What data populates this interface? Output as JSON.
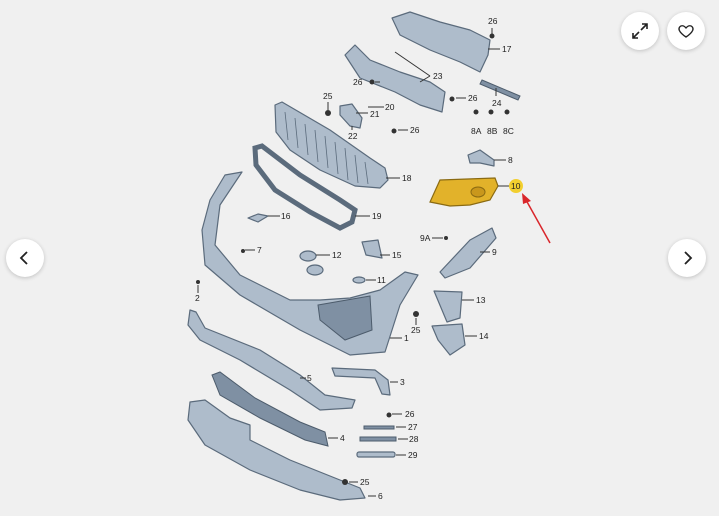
{
  "viewer": {
    "buttons": {
      "expand": "expand-icon",
      "favorite": "heart-icon",
      "prev": "chevron-left-icon",
      "next": "chevron-right-icon"
    },
    "highlight_color": "#e2b22a",
    "arrow_color": "#d9262b"
  },
  "diagram": {
    "labels": {
      "l26a": "26",
      "l17": "17",
      "l23": "23",
      "l26b": "26",
      "l26c": "26",
      "l24": "24",
      "l25a": "25",
      "l20": "20",
      "l21": "21",
      "l22": "22",
      "l26d": "26",
      "l8A": "8A",
      "l8B": "8B",
      "l8C": "8C",
      "l8": "8",
      "l18": "18",
      "l10": "10",
      "l16": "16",
      "l19": "19",
      "l7": "7",
      "l9A": "9A",
      "l9": "9",
      "l12": "12",
      "l15": "15",
      "l11": "11",
      "l2": "2",
      "l13": "13",
      "l25b": "25",
      "l14": "14",
      "l1": "1",
      "l5": "5",
      "l3": "3",
      "l26e": "26",
      "l27": "27",
      "l28": "28",
      "l4": "4",
      "l29": "29",
      "l25c": "25",
      "l6": "6"
    }
  }
}
